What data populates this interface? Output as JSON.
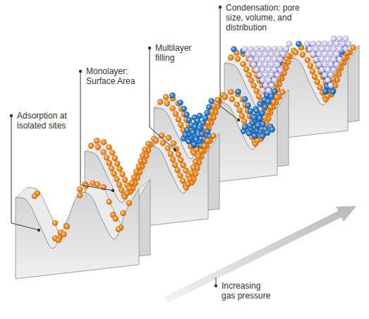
{
  "diagram": {
    "labels": [
      "Adsorption at isolated sites",
      "Monolayer: Surface Area",
      "Multilayer filling",
      "Condensation: pore size, volume, and distribution",
      "Increasing gas pressure"
    ]
  }
}
